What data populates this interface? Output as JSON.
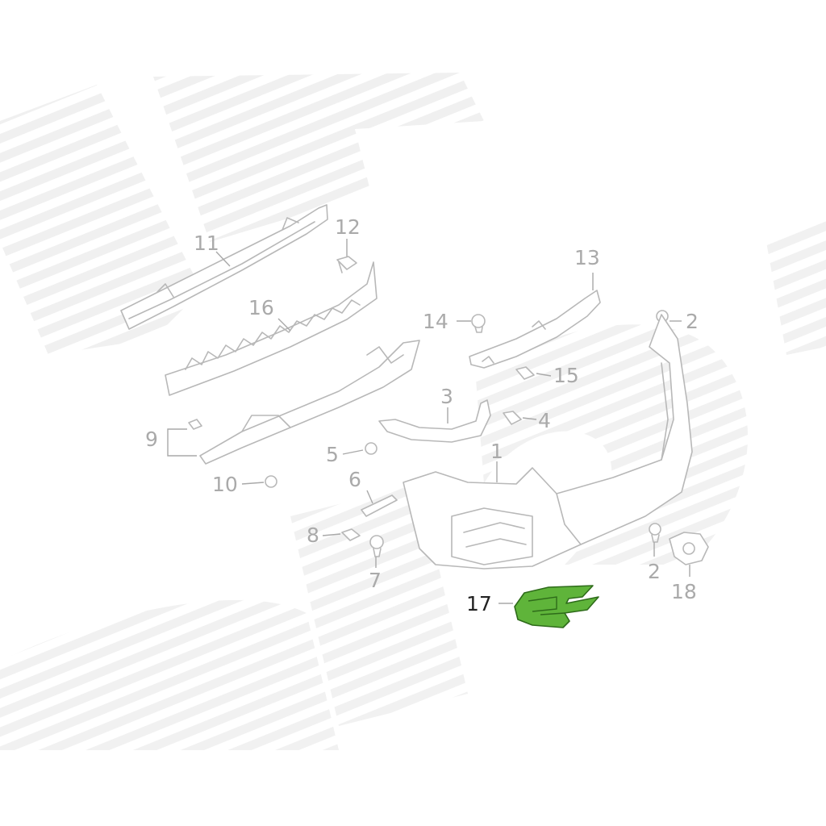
{
  "diagram": {
    "highlight_color": "#5fb43a",
    "line_color": "#b8b8b8",
    "label_color": "#aaaaaa",
    "active_label_color": "#222222",
    "highlighted_callout": "17",
    "callouts": [
      {
        "id": "c11",
        "text": "11"
      },
      {
        "id": "c12",
        "text": "12"
      },
      {
        "id": "c16",
        "text": "16"
      },
      {
        "id": "c13",
        "text": "13"
      },
      {
        "id": "c14",
        "text": "14"
      },
      {
        "id": "c2a",
        "text": "2"
      },
      {
        "id": "c15",
        "text": "15"
      },
      {
        "id": "c3",
        "text": "3"
      },
      {
        "id": "c4",
        "text": "4"
      },
      {
        "id": "c9",
        "text": "9"
      },
      {
        "id": "c5",
        "text": "5"
      },
      {
        "id": "c1",
        "text": "1"
      },
      {
        "id": "c10",
        "text": "10"
      },
      {
        "id": "c6",
        "text": "6"
      },
      {
        "id": "c8",
        "text": "8"
      },
      {
        "id": "c7",
        "text": "7"
      },
      {
        "id": "c2b",
        "text": "2"
      },
      {
        "id": "c18",
        "text": "18"
      },
      {
        "id": "c17",
        "text": "17"
      }
    ]
  }
}
